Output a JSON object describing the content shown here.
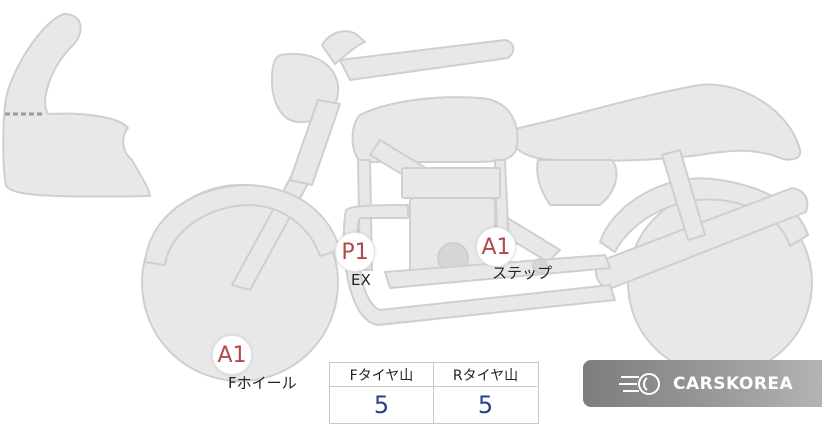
{
  "markers": {
    "front_wheel": {
      "code": "A1",
      "label": "Fホイール"
    },
    "exhaust": {
      "code": "P1",
      "label": "EX"
    },
    "step": {
      "code": "A1",
      "label": "ステップ"
    }
  },
  "tread_table": {
    "front_header": "Fタイヤ山",
    "rear_header": "Rタイヤ山",
    "front_value": "5",
    "rear_value": "5"
  },
  "logo": {
    "brand": "CARSKOREA",
    "icon": "carskorea-logo-icon"
  },
  "colors": {
    "body_fill": "#e8e8e8",
    "body_stroke": "#cfcfcf",
    "marker_text": "#b24a4a",
    "value_text": "#2b3f8f"
  }
}
